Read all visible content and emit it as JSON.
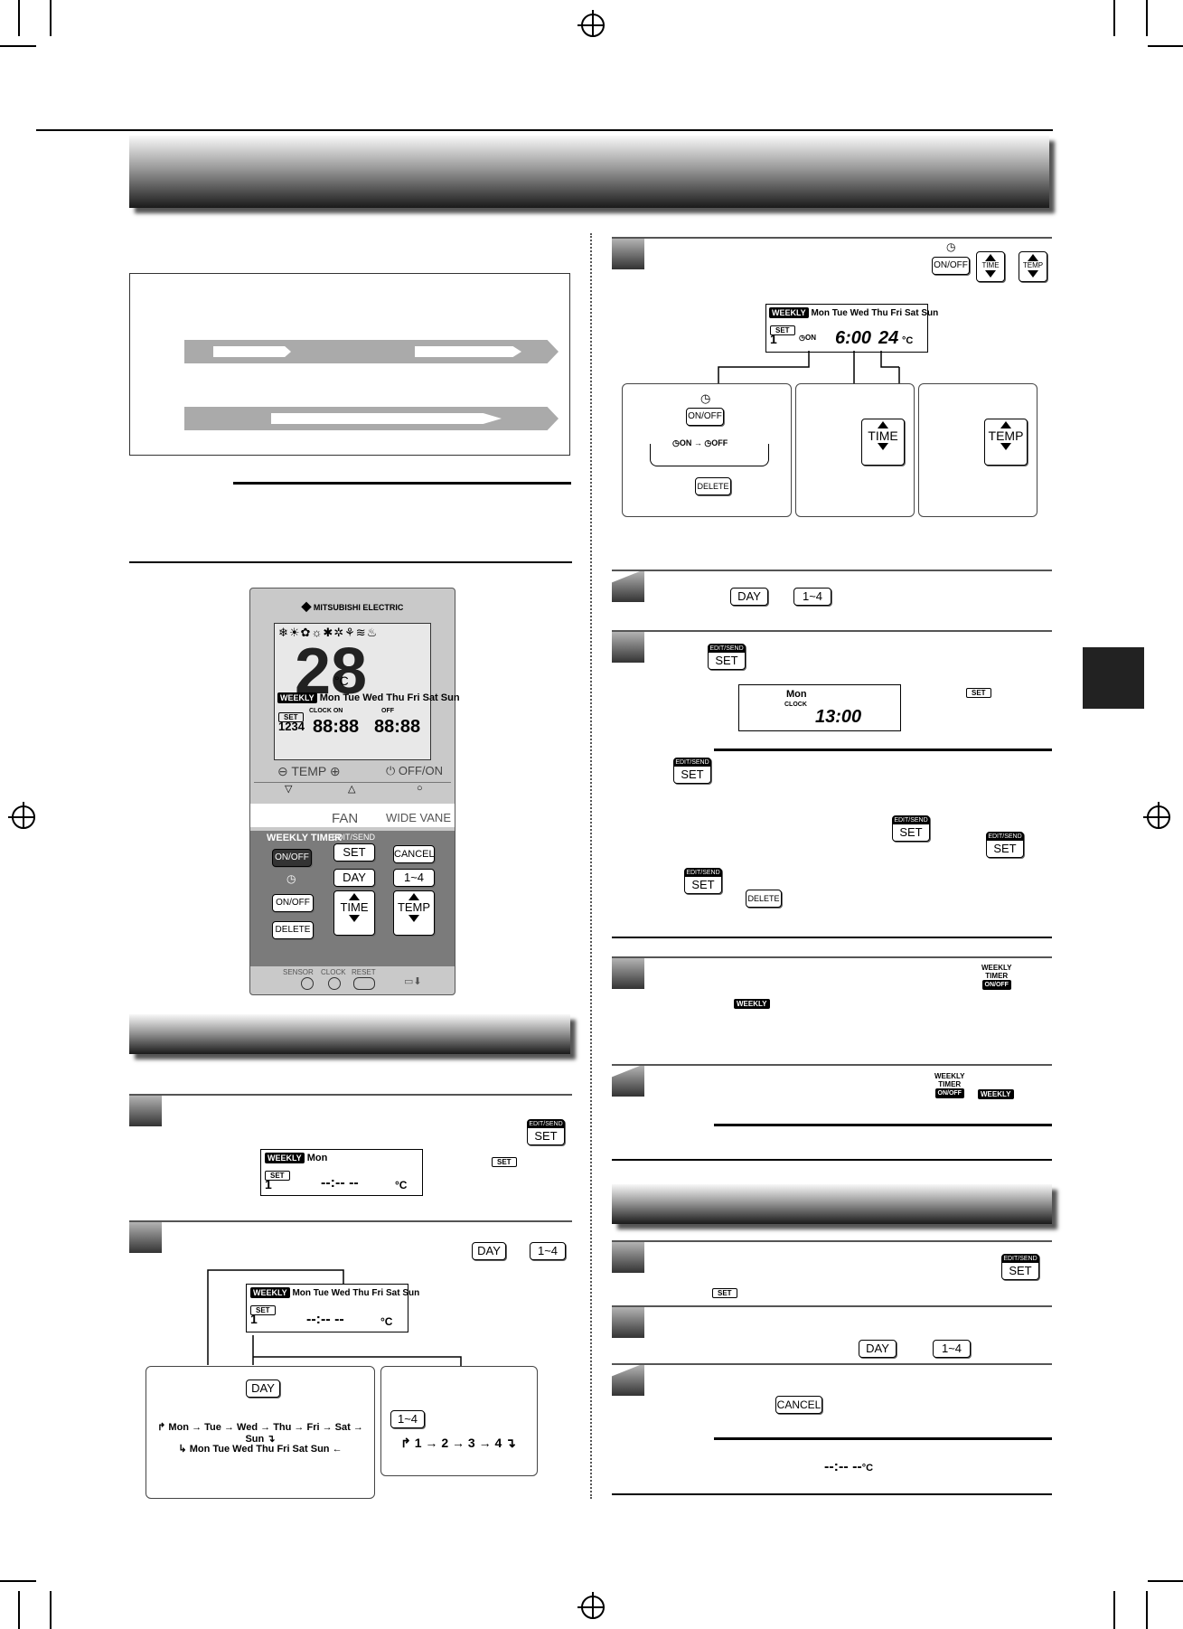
{
  "remote": {
    "brand": "MITSUBISHI ELECTRIC",
    "temp_label": "TEMP",
    "offon_label": "OFF/ON",
    "fan_label": "FAN",
    "wide_vane_label": "WIDE VANE",
    "weekly_timer_label": "WEEKLY TIMER",
    "onoff_label": "ON/OFF",
    "edit_send_label": "EDIT/SEND",
    "set_label": "SET",
    "cancel_label": "CANCEL",
    "day_label": "DAY",
    "range_label": "1~4",
    "delete_label": "DELETE",
    "time_label": "TIME",
    "sensor_label": "SENSOR",
    "clock_label": "CLOCK",
    "reset_label": "RESET",
    "lcd_temp": "28",
    "lcd_days": "Mon Tue Wed Thu Fri Sat Sun",
    "lcd_weekly": "WEEKLY",
    "lcd_set": "SET",
    "lcd_clock_on": "CLOCK ON",
    "lcd_off": "OFF",
    "lcd_nums": "1234",
    "lcd_on": "ON",
    "lcd_time1": "88:88",
    "lcd_time2": "88:88",
    "deg": "°C"
  },
  "left_steps": {
    "screen1": {
      "weekly": "WEEKLY",
      "day": "Mon",
      "set": "SET",
      "num": "1",
      "value": "--:-- --",
      "unit": "°C"
    },
    "screen2": {
      "weekly": "WEEKLY",
      "days": "Mon Tue Wed Thu Fri Sat Sun",
      "set": "SET",
      "num": "1",
      "value": "--:-- --",
      "unit": "°C"
    },
    "day_box": {
      "btn": "DAY",
      "seq": [
        "Mon",
        "Tue",
        "Wed",
        "Thu",
        "Fri",
        "Sat",
        "Sun"
      ],
      "all": "Mon Tue Wed Thu Fri Sat Sun"
    },
    "range_box": {
      "btn": "1~4",
      "seq": [
        "1",
        "2",
        "3",
        "4"
      ]
    }
  },
  "right_steps": {
    "screen_top": {
      "weekly": "WEEKLY",
      "days": "Mon Tue Wed Thu Fri Sat Sun",
      "set": "SET",
      "num": "1",
      "on": "ON",
      "time": "6:00",
      "temp": "24",
      "unit": "°C"
    },
    "timer_box": {
      "btn": "ON/OFF",
      "on": "ON",
      "off": "OFF",
      "delete": "DELETE"
    },
    "time_box": {
      "label": "TIME"
    },
    "temp_box": {
      "label": "TEMP"
    },
    "step3": {
      "day": "DAY",
      "range": "1~4"
    },
    "step4": {
      "edit": "EDIT/SEND",
      "set": "SET",
      "clock_day": "Mon",
      "clock": "CLOCK",
      "clock_time": "13:00"
    },
    "weekly_timer": {
      "line1": "WEEKLY",
      "line2": "TIMER",
      "btn": "ON/OFF",
      "weekly": "WEEKLY"
    },
    "cancel": "CANCEL",
    "blank": "--:-- --",
    "unit": "°C"
  }
}
